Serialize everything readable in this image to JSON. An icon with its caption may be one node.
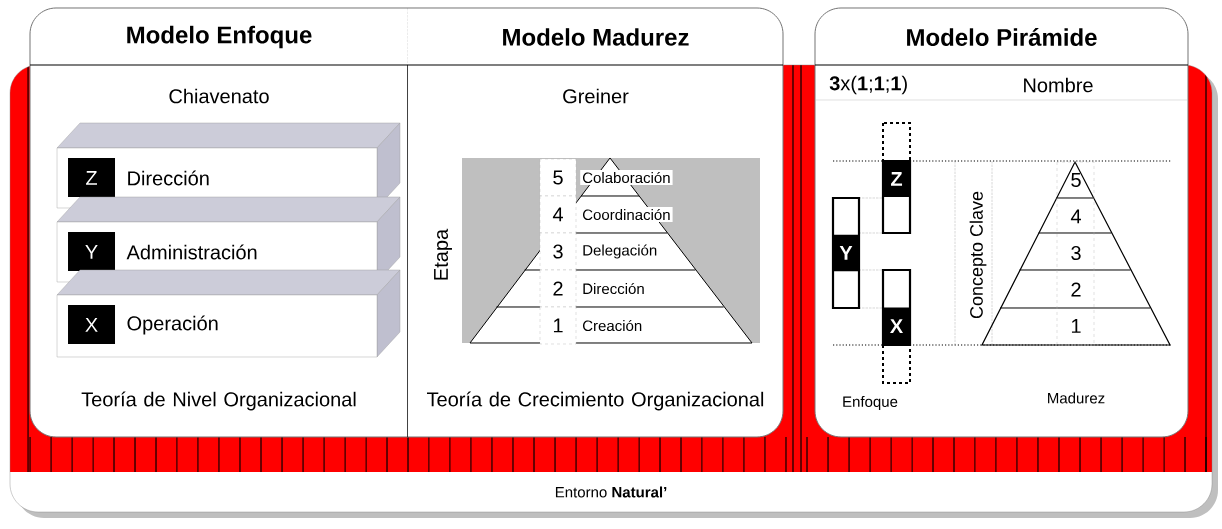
{
  "diagram": {
    "nodes": [
      {
        "text": [
          "Entorno **Natural’**"
        ]
      },
      {
        "text": [
          "Modelo Enfoque",
          "Chiavenato",
          "Teoría de Nivel Organizacional"
        ],
        "in": 0
      },
      {
        "text": [
          "Z",
          "Dirección"
        ],
        "in": 1
      },
      {
        "text": [
          "Y",
          "Administración"
        ],
        "in": 1
      },
      {
        "text": [
          "X",
          "Operación"
        ],
        "in": 1
      },
      {
        "text": [
          "Modelo Madurez",
          "Greiner",
          "Teoría de Crecimiento Organizacional"
        ],
        "in": 0
      },
      {
        "text": [
          "5",
          "Colaboración"
        ],
        "in": 5
      },
      {
        "text": [
          "4",
          "Coordinación"
        ],
        "in": 5
      },
      {
        "text": [
          "3",
          "Delegación"
        ],
        "in": 5
      },
      {
        "text": [
          "2",
          "Dirección"
        ],
        "in": 5
      },
      {
        "text": [
          "1",
          "Creación"
        ],
        "in": 5
      },
      {
        "text": [
          "Modelo Pirámide"
        ],
        "in": 0
      },
      {
        "text": [],
        "shape": "box",
        "in": 11
      },
      {
        "text": [
          "Z"
        ],
        "in": 11
      },
      {
        "text": [
          "Y"
        ],
        "in": 11
      },
      {
        "text": [
          "X"
        ],
        "in": 11
      },
      {
        "text": [],
        "shape": "box",
        "in": 11
      }
    ],
    "edges": [
      {
        "from": 14,
        "to": 13,
        "arrow": "none",
        "style": "dashed"
      },
      {
        "from": 14,
        "to": 13,
        "arrow": "none",
        "style": "dashed"
      },
      {
        "from": 14,
        "to": 15,
        "arrow": "none",
        "style": "dashed"
      },
      {
        "from": 14,
        "to": 15,
        "arrow": "none",
        "style": "dashed"
      }
    ],
    "labels": [
      "Etapa",
      "**3**x(**1**;**1**;**1**)",
      "Nombre",
      "Concepto Clave",
      "5",
      "4",
      "3",
      "2",
      "1",
      "Enfoque",
      "Madurez"
    ]
  }
}
